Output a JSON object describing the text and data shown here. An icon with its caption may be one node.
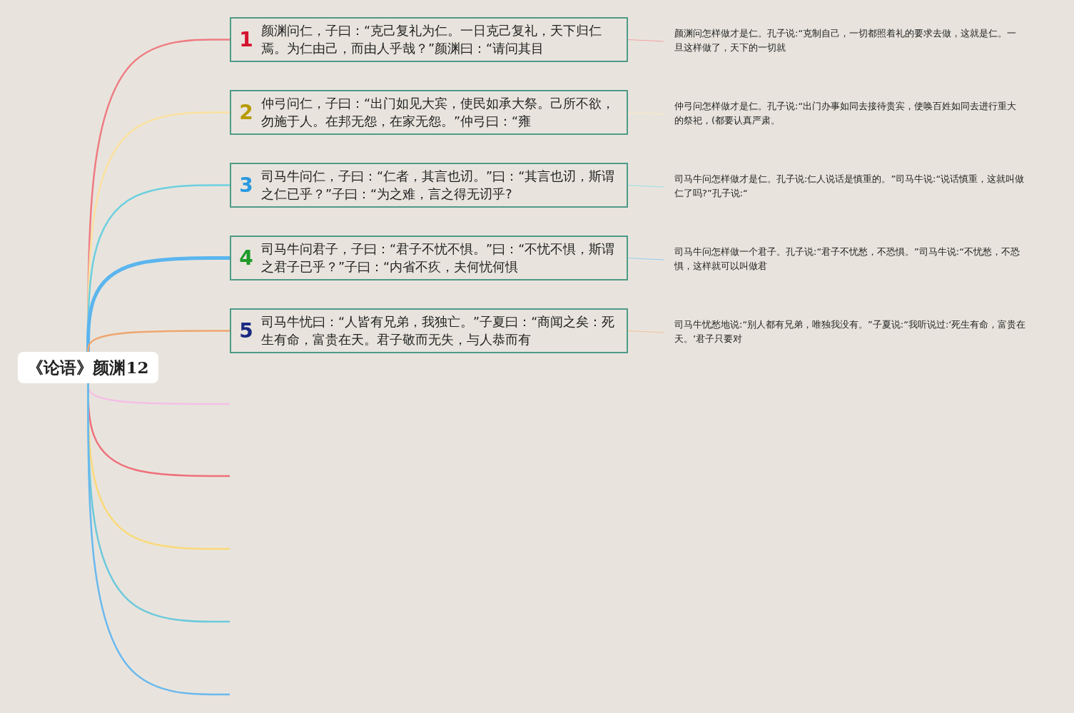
{
  "diagram": {
    "nodes": [
      {
        "text": [
          "《论语》颜渊12"
        ]
      },
      {
        "text": [
          "1",
          "颜渊问仁，子曰：“克己复礼为仁。一日克己复礼，天下归仁焉。为仁由己，而由人乎哉？”颜渊曰：“请问其目"
        ]
      },
      {
        "text": [
          "2",
          "仲弓问仁，子曰：“出门如见大宾，使民如承大祭。己所不欲，勿施于人。在邦无怨，在家无怨。”仲弓曰：“雍"
        ]
      },
      {
        "text": [
          "3",
          "司马牛问仁，子曰：“仁者，其言也讱。”曰：“其言也讱，斯谓之仁已乎？”子曰：“为之难，言之得无讱乎?"
        ]
      },
      {
        "text": [
          "4",
          "司马牛问君子，子曰：“君子不忧不惧。”曰：“不忧不惧，斯谓之君子已乎？”子曰：“内省不疚，夫何忧何惧"
        ]
      },
      {
        "text": [
          "5",
          "司马牛忧曰：“人皆有兄弟，我独亡。”子夏曰：“商闻之矣：死生有命，富贵在天。君子敬而无失，与人恭而有"
        ]
      },
      {
        "text": [
          "颜渊问怎样做才是仁。孔子说:“克制自己，一切都照着礼的要求去做，这就是仁。一旦这样做了，天下的一切就"
        ]
      },
      {
        "text": [
          "仲弓问怎样做才是仁。孔子说:“出门办事如同去接待贵宾，使唤百姓如同去进行重大的祭祀，(都要认真严肃。"
        ]
      },
      {
        "text": [
          "司马牛问怎样做才是仁。孔子说:仁人说话是慎重的。”司马牛说:“说话慎重，这就叫做仁了吗?”孔子说:“"
        ]
      },
      {
        "text": [
          "司马牛问怎样做一个君子。孔子说:“君子不忧愁，不恐惧。”司马牛说:“不忧愁，不恐惧，这样就可以叫做君"
        ]
      },
      {
        "text": [
          "司马牛忧愁地说:“别人都有兄弟，唯独我没有。”子夏说:“我听说过:‘死生有命，富贵在天。’君子只要对"
        ]
      }
    ],
    "edges": [
      {
        "from": 0,
        "to": 1,
        "arrow": "none",
        "color": "#ef7b82"
      },
      {
        "from": 0,
        "to": 2,
        "arrow": "none",
        "color": "#fbe0a0"
      },
      {
        "from": 0,
        "to": 3,
        "arrow": "none",
        "color": "#6ccfdf"
      },
      {
        "from": 0,
        "to": 4,
        "arrow": "none",
        "color": "#5bb5ee",
        "style": "thick"
      },
      {
        "from": 0,
        "to": 5,
        "arrow": "none",
        "color": "#eea670"
      },
      {
        "from": 1,
        "to": 6,
        "arrow": "none",
        "color": "#f5a0a6"
      },
      {
        "from": 2,
        "to": 7,
        "arrow": "none",
        "color": "#fbe8c0"
      },
      {
        "from": 3,
        "to": 8,
        "arrow": "none",
        "color": "#9adde8"
      },
      {
        "from": 4,
        "to": 9,
        "arrow": "none",
        "color": "#92ccf2"
      },
      {
        "from": 5,
        "to": 10,
        "arrow": "none",
        "color": "#f2c098"
      },
      {
        "from": 0,
        "to": null,
        "arrow": "none",
        "color": "#f4c0e6"
      },
      {
        "from": 0,
        "to": null,
        "arrow": "none",
        "color": "#ef6f7a"
      },
      {
        "from": 0,
        "to": null,
        "arrow": "none",
        "color": "#fbd97a"
      },
      {
        "from": 0,
        "to": null,
        "arrow": "none",
        "color": "#6cc9dc"
      },
      {
        "from": 0,
        "to": null,
        "arrow": "none",
        "color": "#6ab8ee"
      }
    ]
  }
}
